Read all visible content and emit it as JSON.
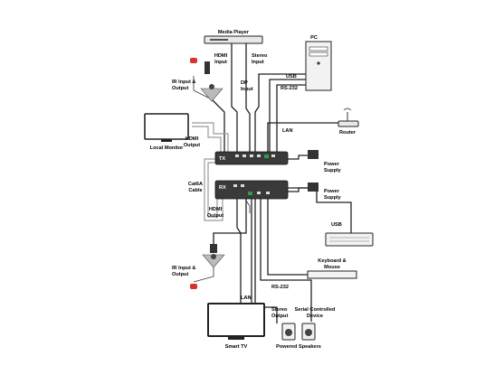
{
  "devices": {
    "media_player": "Media Player",
    "pc": "PC",
    "router": "Router",
    "local_monitor": "Local Monitor",
    "tx": "TX",
    "rx": "RX",
    "keyboard_mouse_line1": "Keyboard &",
    "keyboard_mouse_line2": "Mouse",
    "serial_device_line1": "Serial Controlled",
    "serial_device_line2": "Device",
    "smart_tv": "Smart TV",
    "powered_speakers": "Powered Speakers"
  },
  "labels": {
    "hdmi_input_1": "HDMI",
    "hdmi_input_2": "Input",
    "stereo_input_1": "Stereo",
    "stereo_input_2": "Input",
    "dp_input_1": "DP",
    "dp_input_2": "Input",
    "ir_top_1": "IR Input &",
    "ir_top_2": "Output",
    "usb_top": "USB",
    "rs232_top": "RS-232",
    "lan_top": "LAN",
    "hdmi_output_top_1": "HDMI",
    "hdmi_output_top_2": "Output",
    "power_supply_top_1": "Power",
    "power_supply_top_2": "Supply",
    "cable_1": "Cat6A",
    "cable_2": "Cable",
    "power_supply_bottom_1": "Power",
    "power_supply_bottom_2": "Supply",
    "hdmi_output_bottom_1": "HDMI",
    "hdmi_output_bottom_2": "Output",
    "usb_bottom": "USB",
    "ir_bottom_1": "IR Input &",
    "ir_bottom_2": "Output",
    "rs232_bottom": "RS-232",
    "lan_bottom": "LAN",
    "stereo_output_1": "Stereo",
    "stereo_output_2": "Output"
  },
  "colors": {
    "device_body": "#3a3a3a",
    "ir_red": "#d8342c",
    "accent_green": "#2e9b4e",
    "wire": "#222222",
    "wire_grey": "#9a9a9a"
  }
}
